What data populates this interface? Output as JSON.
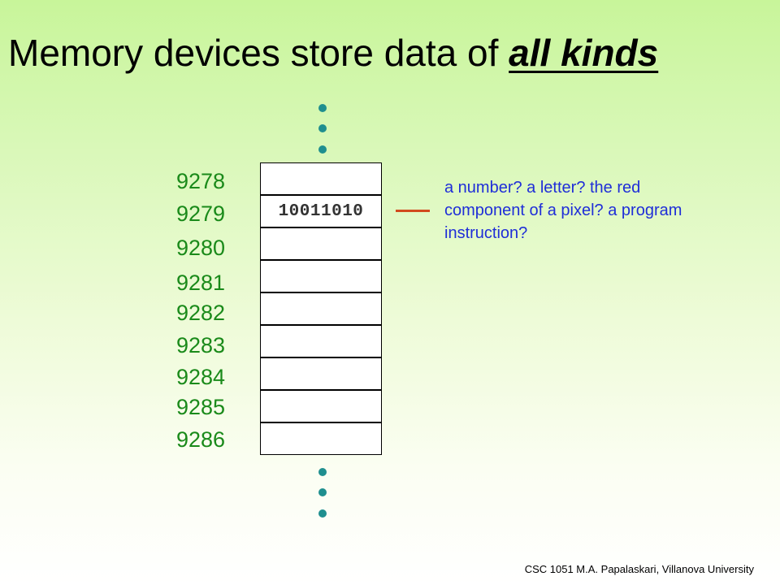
{
  "title": {
    "prefix": "Memory devices store data of ",
    "emphasis": "all kinds"
  },
  "memory": {
    "addresses": [
      "9278",
      "9279",
      "9280",
      "9281",
      "9282",
      "9283",
      "9284",
      "9285",
      "9286"
    ],
    "cells": [
      "",
      "10011010",
      "",
      "",
      "",
      "",
      "",
      "",
      ""
    ]
  },
  "annotation": {
    "text": "a number? a letter? the red component of a pixel? a program instruction?"
  },
  "footer": {
    "text": "CSC 1051 M.A. Papalaskari, Villanova University"
  },
  "colors": {
    "address_text": "#1a8a1a",
    "annotation_text": "#1f2ed8",
    "connector": "#d24a1e",
    "ellipsis_dots": "#1f8f8f"
  }
}
